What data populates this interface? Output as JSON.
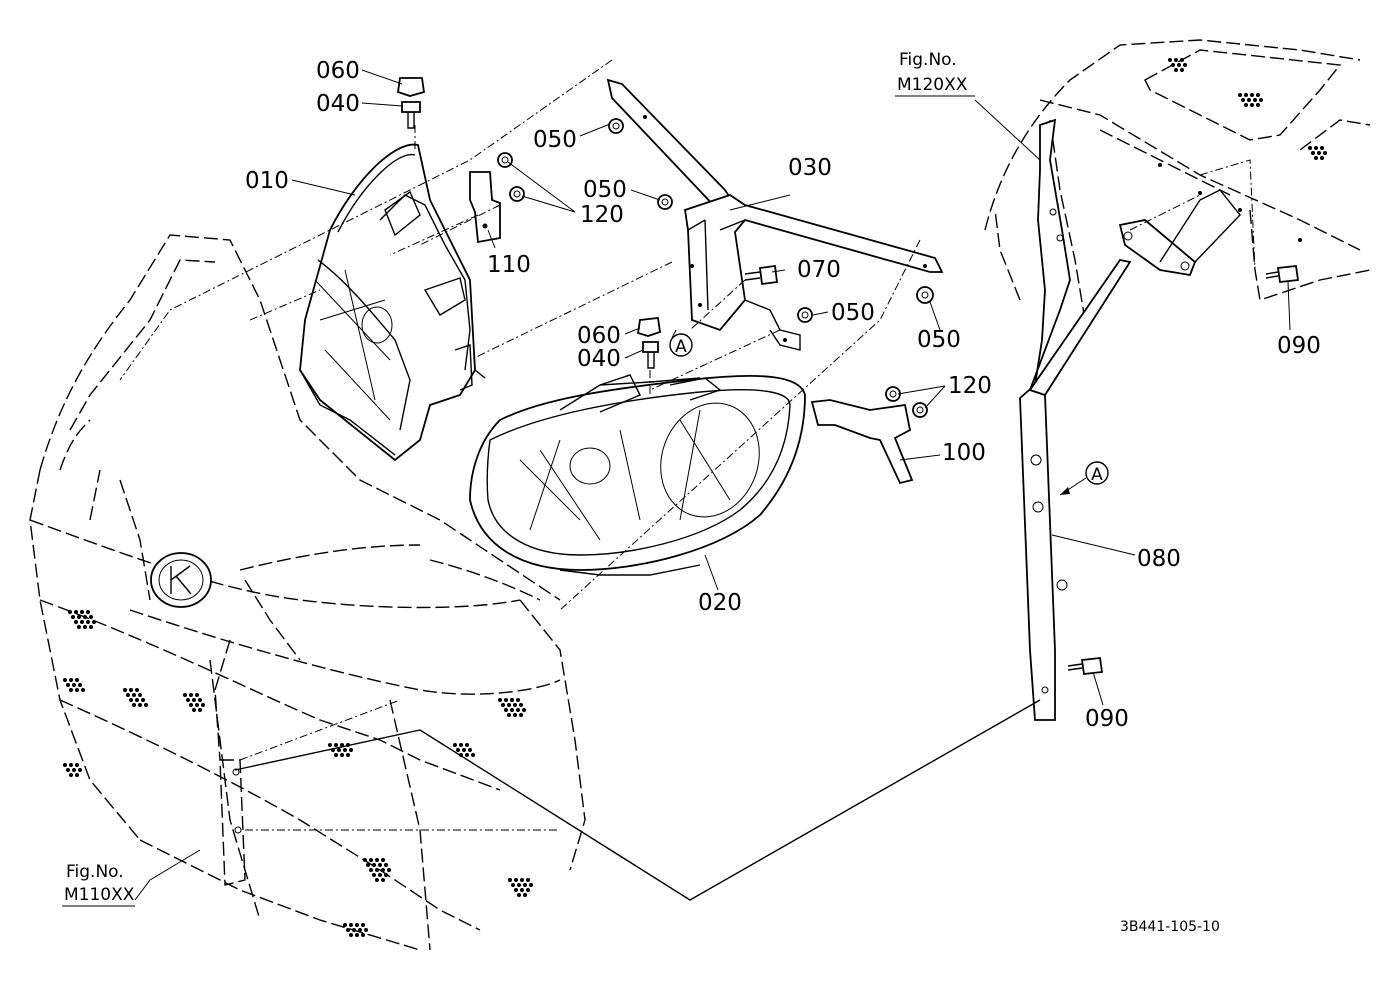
{
  "labels": {
    "p010": "010",
    "p020": "020",
    "p030": "030",
    "p040a": "040",
    "p040b": "040",
    "p050a": "050",
    "p050b": "050",
    "p050c": "050",
    "p050d": "050",
    "p060a": "060",
    "p060b": "060",
    "p070": "070",
    "p080": "080",
    "p090a": "090",
    "p090b": "090",
    "p100": "100",
    "p110": "110",
    "p120a": "120",
    "p120b": "120"
  },
  "refs": {
    "a1": "A",
    "a2": "A"
  },
  "figrefs": {
    "left_fig": "Fig.No.",
    "left_code": "M110XX",
    "right_fig": "Fig.No.",
    "right_code": "M120XX"
  },
  "drawing_code": "3B441-105-10"
}
